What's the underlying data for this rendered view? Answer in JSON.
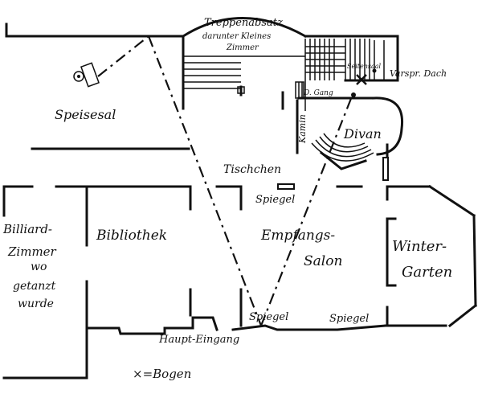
{
  "labels": {
    "treppenabsatz": "Treppenabsatz",
    "kleines_zimmer_1": "darunter Kleines",
    "kleines_zimmer_2": "Zimmer",
    "speisesal": "Speisesal",
    "seitensaal": "Seitensaal",
    "vorspr_dach": "Varspr. Dach",
    "gang": "D. Gang",
    "kamin": "Kamin",
    "divan": "Divan",
    "tischchen": "Tischchen",
    "spiegel_top": "Spiegel",
    "billiard_1": "Billiard-",
    "billiard_2": "Zimmer",
    "billiard_3": "wo",
    "billiard_4": "getanzt",
    "billiard_5": "wurde",
    "bibliothek": "Bibliothek",
    "empfangs_1": "Empfangs-",
    "empfangs_2": "Salon",
    "winter_1": "Winter-",
    "winter_2": "Garten",
    "spiegel_bottom_left": "Spiegel",
    "spiegel_bottom_right": "Spiegel",
    "haupt_eingang": "Haupt-Eingang",
    "legend": "×=Bogen"
  }
}
